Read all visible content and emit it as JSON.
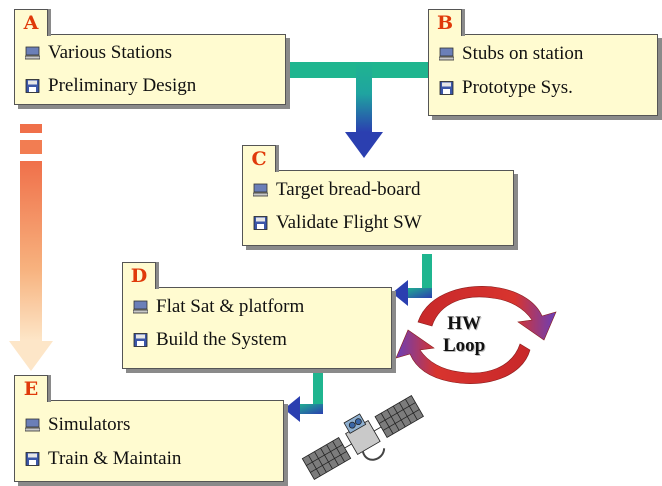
{
  "cards": {
    "a": {
      "letter": "A",
      "line1": "Various Stations",
      "line2": "Preliminary Design"
    },
    "b": {
      "letter": "B",
      "line1": "Stubs on station",
      "line2": "Prototype Sys."
    },
    "c": {
      "letter": "C",
      "line1": "Target bread-board",
      "line2": "Validate Flight SW"
    },
    "d": {
      "letter": "D",
      "line1": "Flat Sat & platform",
      "line2": "Build the System"
    },
    "e": {
      "letter": "E",
      "line1": "Simulators",
      "line2": "Train & Maintain"
    }
  },
  "loop": {
    "line1": "HW",
    "line2": "Loop"
  },
  "icons": {
    "line1": "computer-icon",
    "line2": "floppy-disk-icon"
  },
  "colors": {
    "card_fill": "#fffbd0",
    "letter": "#e03a0a",
    "connector_teal": "#1fb58f",
    "connector_blue": "#2b3fb0",
    "loop_red": "#c8282a",
    "loop_purple": "#6a3fb8",
    "side_arrow": "#f0704a"
  }
}
